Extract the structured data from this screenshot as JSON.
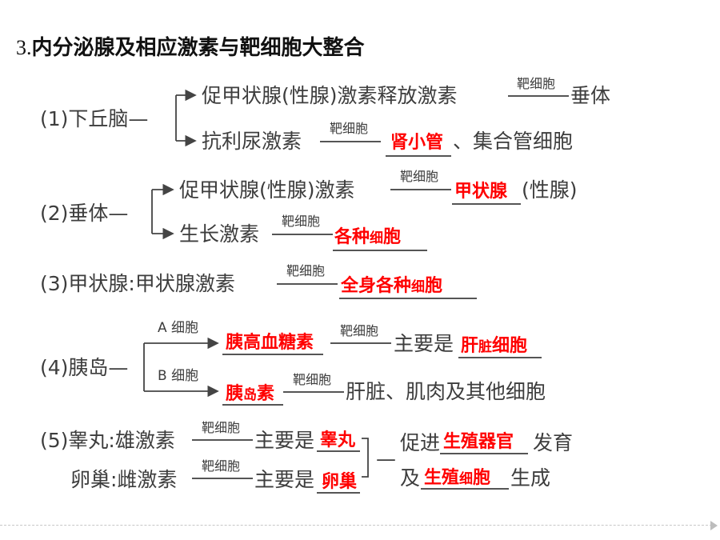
{
  "title": {
    "num": "3.",
    "text": "内分泌腺及相应激素与靶细胞大整合"
  },
  "target_label": "靶细胞",
  "s1": {
    "head": "(1)下丘脑—",
    "row1_text": "促甲状腺(性腺)激素释放激素",
    "row1_end": "垂体",
    "row2_text": "抗利尿激素",
    "row2_ans": "肾小管",
    "row2_end": "、集合管细胞"
  },
  "s2": {
    "head": "(2)垂体—",
    "row1_text": "促甲状腺(性腺)激素",
    "row1_ans": "甲状腺",
    "row1_end": "(性腺)",
    "row2_text": "生长激素",
    "row2_ans_a": "各种",
    "row2_ans_b": "细",
    "row2_ans_c": "胞"
  },
  "s3": {
    "head": "(3)甲状腺:甲状腺激素",
    "ans_a": "全身各种",
    "ans_b": "细",
    "ans_c": "胞"
  },
  "s4": {
    "head": "(4)胰岛—",
    "a_cell": "A 细胞",
    "a_ans": "胰高血糖素",
    "a_mid": "主要是",
    "a_ans2_a": "肝",
    "a_ans2_b": "脏",
    "a_ans2_c": "细胞",
    "b_cell": "B 细胞",
    "b_ans_a": "胰",
    "b_ans_b": "岛",
    "b_ans_c": "素",
    "b_end": "肝脏、肌肉及其他细胞"
  },
  "s5": {
    "row1_head": "(5)睾丸:雄激素",
    "row1_mid": "主要是",
    "row1_ans": "睾丸",
    "row2_head": "卵巢:雌激素",
    "row2_mid": "主要是",
    "row2_ans": "卵巢",
    "dash": "—",
    "promote": "促进",
    "promote_ans": "生殖器官",
    "promote_end": "发育",
    "and": "及",
    "and_ans_a": "生殖",
    "and_ans_b": "细",
    "and_ans_c": "胞",
    "and_end": "生成"
  }
}
